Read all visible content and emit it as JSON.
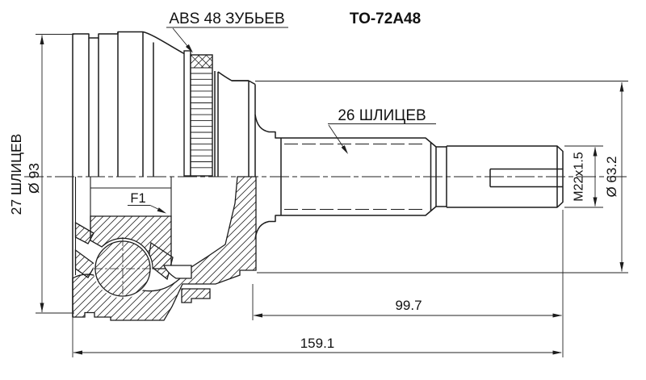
{
  "drawing": {
    "part_number": "TO-72A48",
    "labels": {
      "abs_ring": "ABS 48 ЗУБЬЕВ",
      "outer_splines": "27 ШЛИЦЕВ",
      "outer_diameter": "Ø 93",
      "shaft_splines": "26 ШЛИЦЕВ",
      "inner_code": "F1",
      "thread": "M22x1.5",
      "damper_diameter": "Ø 63.2",
      "shaft_length": "99.7",
      "total_length": "159.1"
    },
    "colors": {
      "line": "#1c1c1c",
      "background": "#ffffff"
    }
  }
}
